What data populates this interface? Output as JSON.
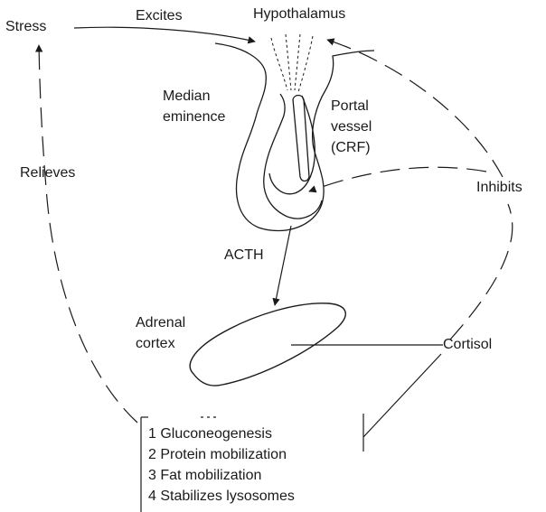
{
  "labels": {
    "stress": "Stress",
    "excites": "Excites",
    "hypothalamus": "Hypothalamus",
    "median_eminence_line1": "Median",
    "median_eminence_line2": "eminence",
    "portal_vessel_line1": "Portal",
    "portal_vessel_line2": "vessel",
    "portal_vessel_line3": "(CRF)",
    "relieves": "Relieves",
    "inhibits": "Inhibits",
    "acth": "ACTH",
    "adrenal_cortex_line1": "Adrenal",
    "adrenal_cortex_line2": "cortex",
    "cortisol": "Cortisol"
  },
  "effects": [
    "1 Gluconeogenesis",
    "2 Protein mobilization",
    "3 Fat mobilization",
    "4 Stabilizes lysosomes"
  ],
  "colors": {
    "ink": "#1a1a1a",
    "background": "#ffffff"
  }
}
